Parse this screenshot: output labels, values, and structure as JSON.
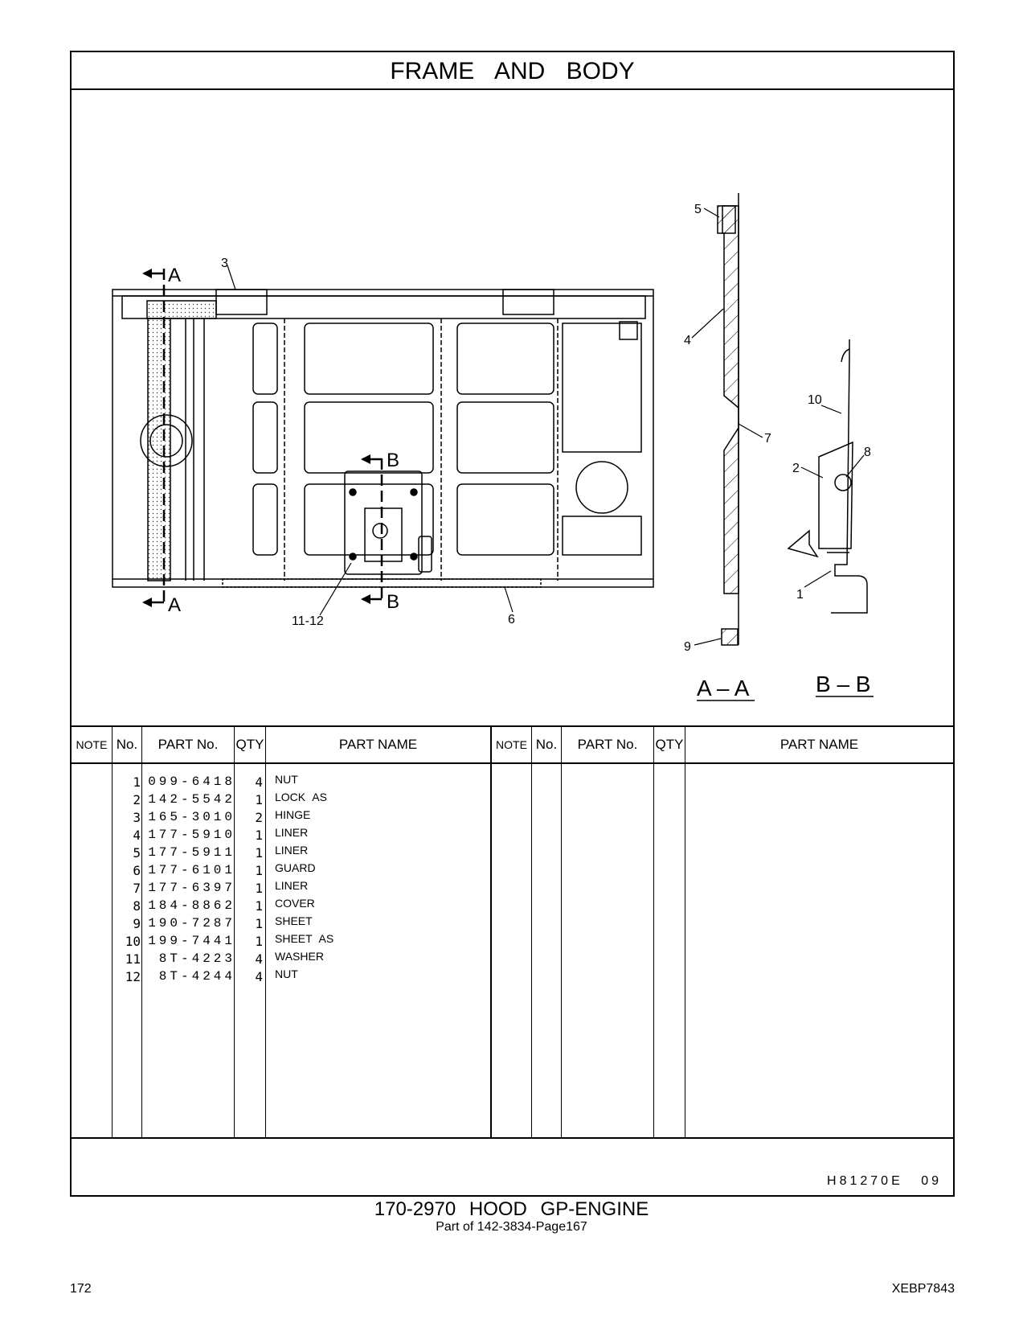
{
  "page": {
    "title": "FRAME AND BODY",
    "assembly_title": "170-2970 HOOD GP-ENGINE",
    "assembly_subtitle": "Part of 142-3834-Page167",
    "drawing_code": "H81270E 09",
    "page_number": "172",
    "doc_id": "XEBP7843"
  },
  "drawing": {
    "section_a": "A",
    "section_b": "B",
    "view_aa_label": "A – A",
    "view_bb_label": "B – B",
    "callouts": [
      "3",
      "11-12",
      "6",
      "5",
      "4",
      "7",
      "9",
      "10",
      "8",
      "2",
      "1"
    ]
  },
  "table": {
    "headers": {
      "note": "NOTE",
      "no": "No.",
      "part_no": "PART No.",
      "qty": "QTY",
      "part_name": "PART NAME"
    },
    "rows": [
      {
        "no": "1",
        "part_no": "099-6418",
        "qty": "4",
        "name": "NUT"
      },
      {
        "no": "2",
        "part_no": "142-5542",
        "qty": "1",
        "name": "LOCK AS"
      },
      {
        "no": "3",
        "part_no": "165-3010",
        "qty": "2",
        "name": "HINGE"
      },
      {
        "no": "4",
        "part_no": "177-5910",
        "qty": "1",
        "name": "LINER"
      },
      {
        "no": "5",
        "part_no": "177-5911",
        "qty": "1",
        "name": "LINER"
      },
      {
        "no": "6",
        "part_no": "177-6101",
        "qty": "1",
        "name": "GUARD"
      },
      {
        "no": "7",
        "part_no": "177-6397",
        "qty": "1",
        "name": "LINER"
      },
      {
        "no": "8",
        "part_no": "184-8862",
        "qty": "1",
        "name": "COVER"
      },
      {
        "no": "9",
        "part_no": "190-7287",
        "qty": "1",
        "name": "SHEET"
      },
      {
        "no": "10",
        "part_no": "199-7441",
        "qty": "1",
        "name": "SHEET AS"
      },
      {
        "no": "11",
        "part_no": "8T-4223",
        "qty": "4",
        "name": "WASHER"
      },
      {
        "no": "12",
        "part_no": "8T-4244",
        "qty": "4",
        "name": "NUT"
      }
    ]
  }
}
